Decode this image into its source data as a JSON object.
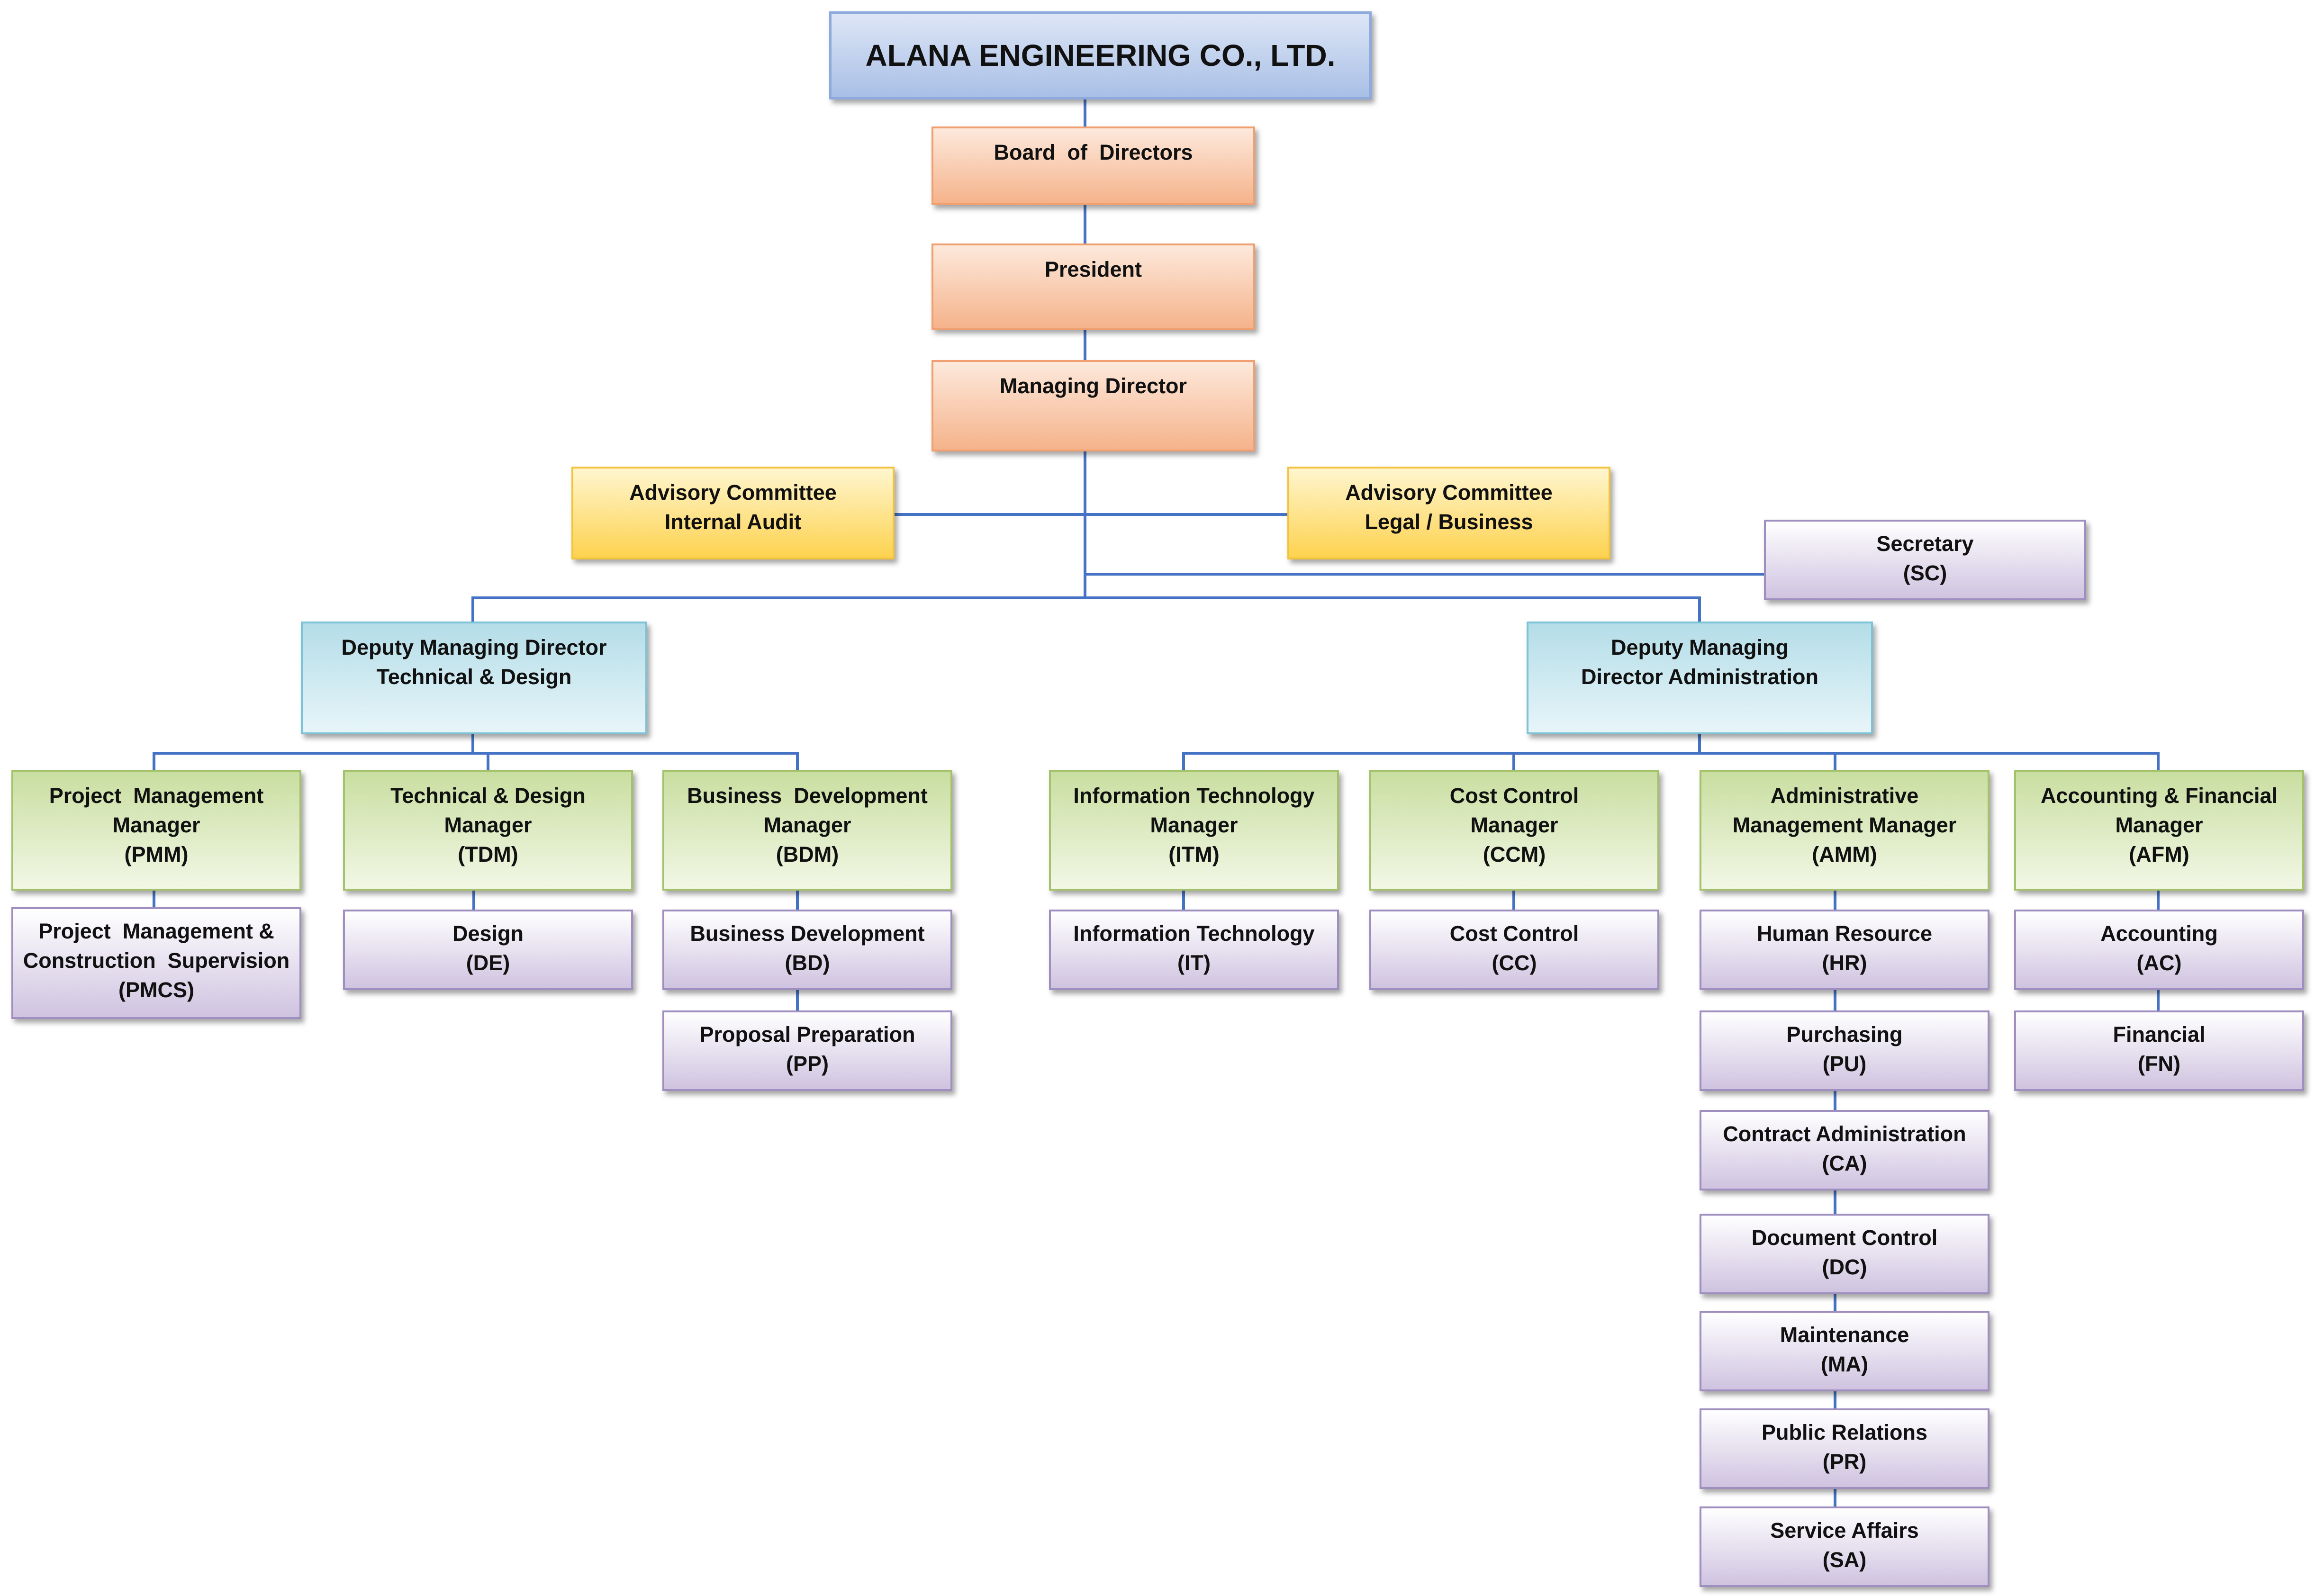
{
  "company": {
    "name": "ALANA ENGINEERING CO., LTD."
  },
  "top": {
    "board": "Board  of  Directors",
    "president": "President",
    "managing_director": "Managing Director"
  },
  "advisory": {
    "audit": {
      "line1": "Advisory Committee",
      "line2": "Internal Audit"
    },
    "legal": {
      "line1": "Advisory Committee",
      "line2": "Legal / Business"
    }
  },
  "secretary": {
    "name": "Secretary",
    "code": "(SC)"
  },
  "deputies": {
    "technical": {
      "line1": "Deputy Managing Director",
      "line2": "Technical & Design"
    },
    "admin": {
      "line1": "Deputy Managing",
      "line2": "Director Administration"
    }
  },
  "managers": {
    "pmm": {
      "line1": "Project  Management",
      "line2": "Manager",
      "code": "(PMM)"
    },
    "tdm": {
      "line1": "Technical & Design",
      "line2": "Manager",
      "code": "(TDM)"
    },
    "bdm": {
      "line1": "Business  Development",
      "line2": "Manager",
      "code": "(BDM)"
    },
    "itm": {
      "line1": "Information Technology",
      "line2": "Manager",
      "code": "(ITM)"
    },
    "ccm": {
      "line1": "Cost Control",
      "line2": "Manager",
      "code": "(CCM)"
    },
    "amm": {
      "line1": "Administrative",
      "line2": "Management Manager",
      "code": "(AMM)"
    },
    "afm": {
      "line1": "Accounting & Financial",
      "line2": "Manager",
      "code": "(AFM)"
    }
  },
  "units": {
    "pmcs": {
      "line1": "Project  Management &",
      "line2": "Construction  Supervision",
      "code": "(PMCS)"
    },
    "de": {
      "name": "Design",
      "code": "(DE)"
    },
    "bd": {
      "name": "Business Development",
      "code": "(BD)"
    },
    "pp": {
      "name": "Proposal Preparation",
      "code": "(PP)"
    },
    "it": {
      "name": "Information Technology",
      "code": "(IT)"
    },
    "cc": {
      "name": "Cost Control",
      "code": "(CC)"
    },
    "hr": {
      "name": "Human Resource",
      "code": "(HR)"
    },
    "pu": {
      "name": "Purchasing",
      "code": "(PU)"
    },
    "ca": {
      "name": "Contract Administration",
      "code": "(CA)"
    },
    "dc": {
      "name": "Document Control",
      "code": "(DC)"
    },
    "ma": {
      "name": "Maintenance",
      "code": "(MA)"
    },
    "pr": {
      "name": "Public Relations",
      "code": "(PR)"
    },
    "sa": {
      "name": "Service Affairs",
      "code": "(SA)"
    },
    "ac": {
      "name": "Accounting",
      "code": "(AC)"
    },
    "fn": {
      "name": "Financial",
      "code": "(FN)"
    }
  },
  "colors": {
    "connector": "#4472C4",
    "title": "#a9bfe6",
    "executive": "#f5b38b",
    "advisory": "#fdd24f",
    "deputy": "#b4dde8",
    "manager": "#c9dea0",
    "unit": "#cfc3e0"
  }
}
